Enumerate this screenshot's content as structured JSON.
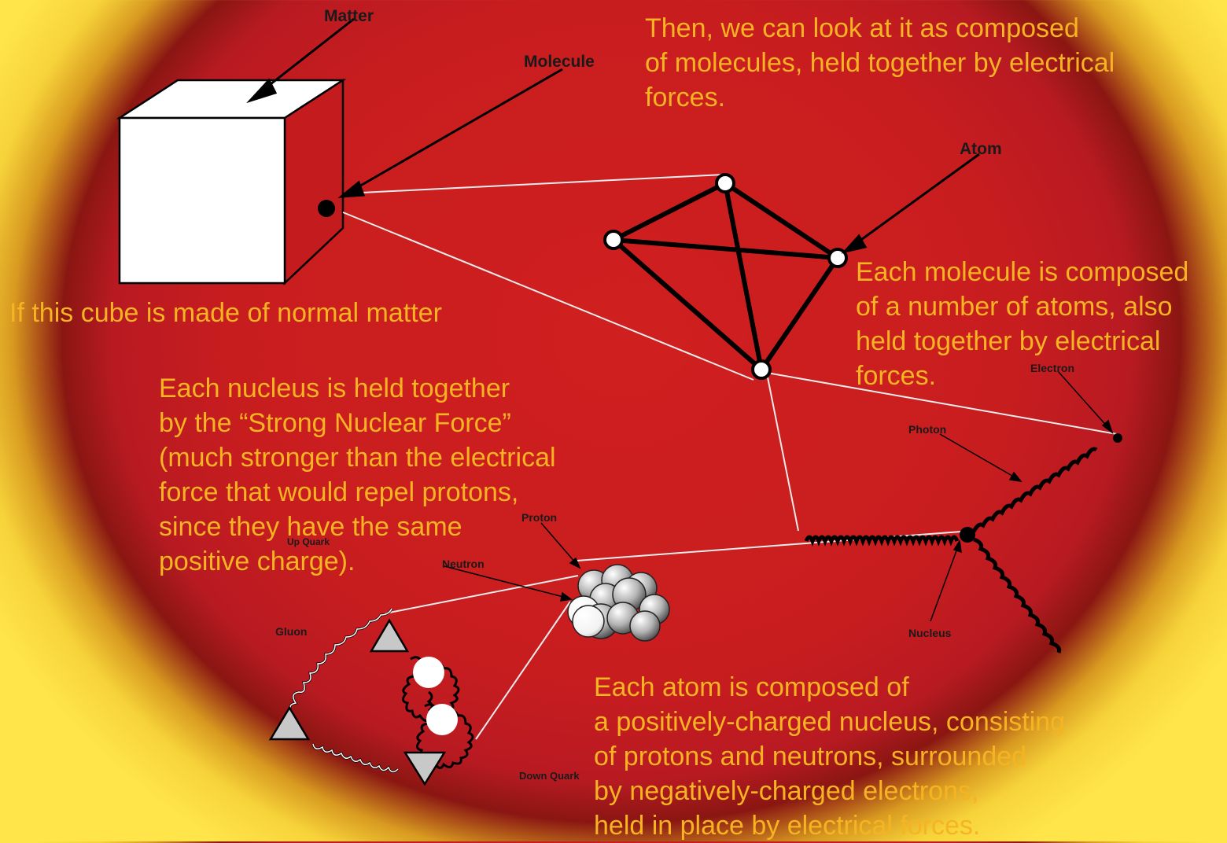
{
  "labels": {
    "matter": "Matter",
    "molecule": "Molecule",
    "atom": "Atom",
    "electron": "Electron",
    "photon": "Photon",
    "nucleus": "Nucleus",
    "proton": "Proton",
    "neutron": "Neutron",
    "up_quark": "Up Quark",
    "down_quark": "Down Quark",
    "gluon": "Gluon"
  },
  "captions": {
    "cube": "If this cube is made of normal matter",
    "molecules": "Then, we can look at it as composed\nof molecules, held together by electrical\nforces.",
    "atoms": "Each molecule is composed\n of a number of atoms, also\nheld together by electrical\nforces.",
    "nucleus": "Each nucleus is held together\nby the “Strong Nuclear Force”\n(much stronger than the electrical\nforce that would repel protons,\nsince they have the same\npositive charge).",
    "atom": "Each atom is composed of\na positively-charged nucleus, consisting\nof protons and neutrons, surrounded\nby negatively-charged electrons,\nheld in place by electrical forces."
  },
  "colors": {
    "background": "#c81d1f",
    "rim": "#f7d33a",
    "caption_text": "#f6b322",
    "label_text": "#1a1a1a"
  }
}
